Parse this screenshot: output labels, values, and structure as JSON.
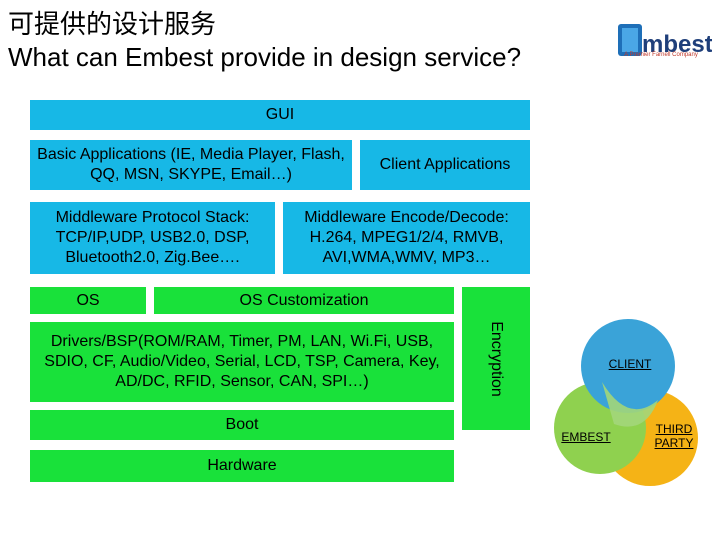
{
  "header": {
    "title_cn": "可提供的设计服务",
    "title_en": "What can Embest provide in design service?"
  },
  "logo": {
    "name": "mbest",
    "tagline": "A Premier Farnell Company"
  },
  "stack": {
    "gui": "GUI",
    "basic_apps": "Basic Applications (IE, Media Player, Flash, QQ, MSN, SKYPE, Email…)",
    "client_apps": "Client Applications",
    "middleware_protocol": "Middleware Protocol Stack: TCP/IP,UDP, USB2.0, DSP, Bluetooth2.0, Zig.Bee….",
    "middleware_codec": "Middleware Encode/Decode: H.264, MPEG1/2/4, RMVB, AVI,WMA,WMV, MP3…",
    "os": "OS",
    "os_customization": "OS Customization",
    "drivers": "Drivers/BSP(ROM/RAM, Timer, PM, LAN, Wi.Fi, USB, SDIO, CF, Audio/Video, Serial, LCD, TSP, Camera, Key, AD/DC, RFID, Sensor, CAN, SPI…)",
    "boot": "Boot",
    "hardware": "Hardware",
    "encryption": "Encryption"
  },
  "venn": {
    "client": "CLIENT",
    "embest": "EMBEST",
    "third_party_line1": "THIRD",
    "third_party_line2": "PARTY",
    "colors": {
      "client": "#3aa3d8",
      "embest": "#8fd14f",
      "third_party": "#f5b316",
      "overlap": "#a3d67a"
    }
  },
  "colors": {
    "cyan": "#17b8e6",
    "green": "#19e13a"
  }
}
